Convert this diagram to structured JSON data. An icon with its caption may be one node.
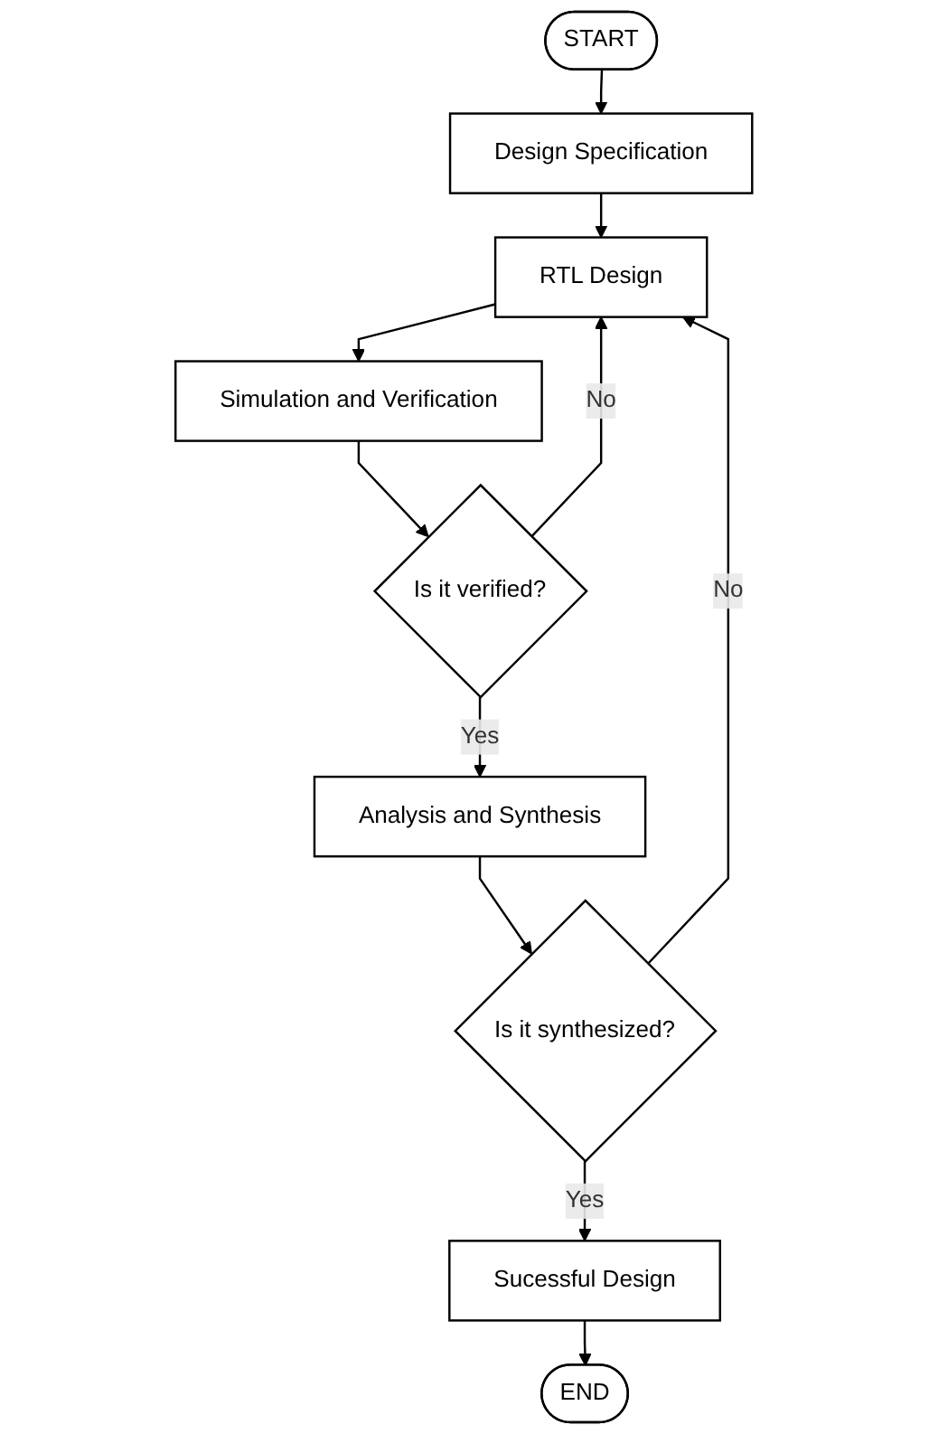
{
  "diagram": {
    "nodes": [
      {
        "text": [
          "START"
        ]
      },
      {
        "text": [
          "Design Specification"
        ]
      },
      {
        "text": [
          "RTL Design"
        ]
      },
      {
        "text": [
          "Simulation and Verification"
        ]
      },
      {
        "text": [
          "Is it verified?"
        ]
      },
      {
        "text": [
          "Analysis and Synthesis"
        ]
      },
      {
        "text": [
          "Is it synthesized?"
        ]
      },
      {
        "text": [
          "Sucessful Design"
        ]
      },
      {
        "text": [
          "END"
        ]
      }
    ],
    "edges": [
      {
        "from": 0,
        "to": 1,
        "arrow": "to"
      },
      {
        "from": 1,
        "to": 2,
        "arrow": "to"
      },
      {
        "from": 2,
        "to": 3,
        "arrow": "to"
      },
      {
        "from": 3,
        "to": 4,
        "arrow": "to"
      },
      {
        "from": 4,
        "to": 2,
        "arrow": "to",
        "label": "No"
      },
      {
        "from": 4,
        "to": 5,
        "arrow": "to",
        "label": "Yes"
      },
      {
        "from": 5,
        "to": 6,
        "arrow": "to"
      },
      {
        "from": 6,
        "to": 2,
        "arrow": "to",
        "label": "No"
      },
      {
        "from": 6,
        "to": 7,
        "arrow": "to",
        "label": "Yes"
      },
      {
        "from": 7,
        "to": 8,
        "arrow": "to"
      }
    ]
  }
}
